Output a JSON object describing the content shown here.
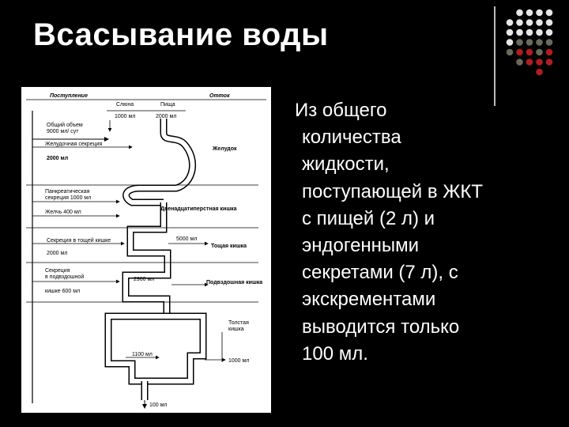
{
  "slide": {
    "title": "Всасывание воды",
    "text_lines": [
      "Из общего",
      "количества",
      "жидкости,",
      "поступающей в ЖКТ",
      "с пищей (2 л) и",
      "эндогенными",
      "секретами (7 л), с",
      "экскрементами",
      "выводится только",
      "100 мл."
    ],
    "colors": {
      "background": "#000000",
      "dot_light": "#e6e6e6",
      "dot_gray": "#6a6a5c",
      "dot_red": "#b01e1e"
    }
  },
  "diagram": {
    "header_left": "Поступление",
    "header_right": "Отток",
    "saliva": "Слюна",
    "saliva_value": "1000 мл",
    "food": "Пища",
    "food_value": "2000 мл",
    "total_l1": "Общий объем",
    "total_l2": "9000 мл/ сут",
    "gastric_secretion": "Желудочная секреция",
    "gastric_value": "2000 мл",
    "stomach": "Желудок",
    "pancreatic_l1": "Панкреатическая",
    "pancreatic_l2": "секреция 1000 мл",
    "bile": "Желчь 400 мл",
    "duodenum": "Двенадцатиперстная кишка",
    "jejunum_secretion": "Секреция в тощей кишке",
    "jejunum_secretion_value": "2000 мл",
    "jejunum_out": "5000 мл",
    "jejunum": "Тощая кишка",
    "ileum_sec_l1": "Секреция",
    "ileum_sec_l2": "в подвздошной",
    "ileum_sec_l3": "кишке 600 мл",
    "ileum_out": "2900 мл",
    "ileum": "Подвздошная кишка",
    "colon_l1": "Толстая",
    "colon_l2": "кишка",
    "colon_in": "1100 мл",
    "colon_out": "1000 мл",
    "excreted": "100 мл"
  }
}
